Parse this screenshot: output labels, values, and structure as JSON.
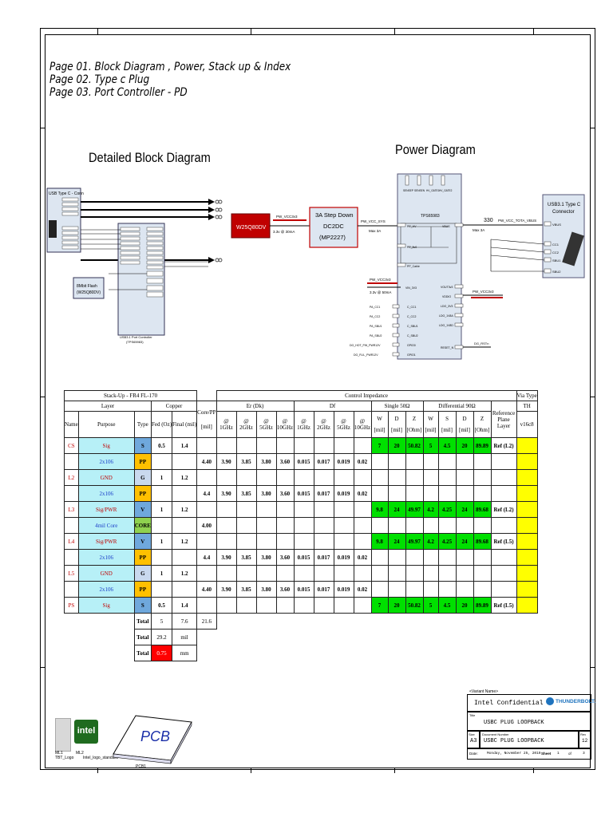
{
  "index": {
    "lines": [
      "Page 01. Block Diagram , Power, Stack up & Index",
      "Page 02. Type c Plug",
      "Page 03. Port Controller - PD"
    ]
  },
  "block_diagram": {
    "title": "Detailed Block Diagram",
    "usb_conn_label": "USB Type C - Conn",
    "flash_label": "8Mbit Flash\n(W25Q80DV)",
    "port_ctrl_label": "USB3.1 Port Controller",
    "port_ctrl_part": "(TPS65983)"
  },
  "power_diagram": {
    "title": "Power Diagram",
    "flash_box": "W25Q80DV",
    "pw_vcc3v3_top": "PW_VCC3v3",
    "top_current": "3.3v @ 30mA",
    "step_down_lines": [
      "3A Step Down",
      "DC2DC",
      "(MP2227)"
    ],
    "pw_vcc_sys": "PW_VCC_SYS",
    "max_3a_left": "Max 3A",
    "chip_name": "TPS65983",
    "chip_pins_top": [
      "SENSEP",
      "SENSEN",
      "HV_GATE1",
      "HV_GATE2"
    ],
    "pp_hv": "PP_HV",
    "pp_5v0": "PP_5v0",
    "pp_cable": "PP_Cable",
    "vbus": "VBUS",
    "res_330": "330",
    "pw_vcc_tota_vbus": "PW_VCC_TOTA_VBUS",
    "max_3a_right": "Max 3A",
    "usb31_conn": "USB3.1 Type C\nConnector",
    "vbus_pin": "VBUS",
    "cc1": "CC1",
    "cc2": "CC2",
    "sbu1": "SBU1",
    "sbu2": "SBU2",
    "pw_vcc3v3_mid": "PW_VCC3v3",
    "mid_current": "3.3v @ 50mA",
    "vin_3v3": "VIN_3V3",
    "vout3v3": "VOUT3v3",
    "vddio": "VDDIO",
    "ldo_3v3": "LDO_3V3",
    "ldo_1v8a": "LDO_1V8A",
    "ldo_1v8d": "LDO_1V8D",
    "pw_vcc3v3_right": "PW_VCC3v3",
    "left_nets": [
      "PA_CC1",
      "PA_CC2",
      "PA_SBU1",
      "PA_SBU2",
      "DG_HOT_PW_PWR12V",
      "DG_FLIL_PWR12V"
    ],
    "left_pins": [
      "C_CC1",
      "C_CC2",
      "C_SBU1",
      "C_SBU2",
      "GPIO0",
      "GPIO1"
    ],
    "reset_pin": "RESET_N",
    "dg_rstn": "DG_RSTn"
  },
  "stackup": {
    "header1": [
      "Stack-Up - FR4 FL-170",
      "Control Impedance",
      "Via Type"
    ],
    "header2": [
      "Layer",
      "Copper",
      "Core/PP",
      "Er (Dk)",
      "Df",
      "Single 50Ω",
      "Differential 90Ω",
      "TH"
    ],
    "col_heads": [
      "Name",
      "Purpose",
      "Type",
      "Fed (Oz)",
      "Final (mil)",
      "[mil]",
      "@ 1GHz",
      "@ 2GHz",
      "@ 5GHz",
      "@ 10GHz",
      "@ 1GHz",
      "@ 2GHz",
      "@ 5GHz",
      "@ 10GHz",
      "W",
      "D",
      "Z",
      "W",
      "S",
      "D",
      "Z",
      "Reference Plane Layer",
      "v16c8"
    ],
    "unit_heads": [
      "[mil]",
      "[mil]",
      "[Ohm]",
      "[mil]",
      "[mil]",
      "[mil]",
      "[Ohm]"
    ],
    "rows": [
      {
        "name": "CS",
        "purpose": "Sig",
        "type": "S",
        "fed": "0.5",
        "final": "1.4",
        "core": "",
        "er": [
          "",
          "",
          "",
          ""
        ],
        "df": [
          "",
          "",
          "",
          ""
        ],
        "single": [
          "7",
          "20",
          "50.82"
        ],
        "diff": [
          "5",
          "4.5",
          "20",
          "89.89"
        ],
        "ref": "Ref (L2)"
      },
      {
        "name": "",
        "purpose": "2x106",
        "type": "PP",
        "fed": "",
        "final": "",
        "core": "4.40",
        "er": [
          "3.90",
          "3.85",
          "3.80",
          "3.60"
        ],
        "df": [
          "0.015",
          "0.017",
          "0.019",
          "0.02"
        ],
        "single": [
          "",
          "",
          ""
        ],
        "diff": [
          "",
          "",
          "",
          ""
        ],
        "ref": ""
      },
      {
        "name": "L2",
        "purpose": "GND",
        "type": "G",
        "fed": "1",
        "final": "1.2",
        "core": "",
        "er": [
          "",
          "",
          "",
          ""
        ],
        "df": [
          "",
          "",
          "",
          ""
        ],
        "single": [
          "",
          "",
          ""
        ],
        "diff": [
          "",
          "",
          "",
          ""
        ],
        "ref": ""
      },
      {
        "name": "",
        "purpose": "2x106",
        "type": "PP",
        "fed": "",
        "final": "",
        "core": "4.4",
        "er": [
          "3.90",
          "3.85",
          "3.80",
          "3.60"
        ],
        "df": [
          "0.015",
          "0.017",
          "0.019",
          "0.02"
        ],
        "single": [
          "",
          "",
          ""
        ],
        "diff": [
          "",
          "",
          "",
          ""
        ],
        "ref": ""
      },
      {
        "name": "L3",
        "purpose": "Sig/PWR",
        "type": "V",
        "fed": "1",
        "final": "1.2",
        "core": "",
        "er": [
          "",
          "",
          "",
          ""
        ],
        "df": [
          "",
          "",
          "",
          ""
        ],
        "single": [
          "9.8",
          "24",
          "49.97"
        ],
        "diff": [
          "4.2",
          "4.25",
          "24",
          "89.68"
        ],
        "ref": "Ref (L2)"
      },
      {
        "name": "",
        "purpose": "4mil Core",
        "type": "CORE",
        "fed": "",
        "final": "",
        "core": "4.00",
        "er": [
          "",
          "",
          "",
          ""
        ],
        "df": [
          "",
          "",
          "",
          ""
        ],
        "single": [
          "",
          "",
          ""
        ],
        "diff": [
          "",
          "",
          "",
          ""
        ],
        "ref": ""
      },
      {
        "name": "L4",
        "purpose": "Sig/PWR",
        "type": "V",
        "fed": "1",
        "final": "1.2",
        "core": "",
        "er": [
          "",
          "",
          "",
          ""
        ],
        "df": [
          "",
          "",
          "",
          ""
        ],
        "single": [
          "9.8",
          "24",
          "49.97"
        ],
        "diff": [
          "4.2",
          "4.25",
          "24",
          "89.68"
        ],
        "ref": "Ref (L5)"
      },
      {
        "name": "",
        "purpose": "2x106",
        "type": "PP",
        "fed": "",
        "final": "",
        "core": "4.4",
        "er": [
          "3.90",
          "3.85",
          "3.80",
          "3.60"
        ],
        "df": [
          "0.015",
          "0.017",
          "0.019",
          "0.02"
        ],
        "single": [
          "",
          "",
          ""
        ],
        "diff": [
          "",
          "",
          "",
          ""
        ],
        "ref": ""
      },
      {
        "name": "L5",
        "purpose": "GND",
        "type": "G",
        "fed": "1",
        "final": "1.2",
        "core": "",
        "er": [
          "",
          "",
          "",
          ""
        ],
        "df": [
          "",
          "",
          "",
          ""
        ],
        "single": [
          "",
          "",
          ""
        ],
        "diff": [
          "",
          "",
          "",
          ""
        ],
        "ref": ""
      },
      {
        "name": "",
        "purpose": "2x106",
        "type": "PP",
        "fed": "",
        "final": "",
        "core": "4.40",
        "er": [
          "3.90",
          "3.85",
          "3.80",
          "3.60"
        ],
        "df": [
          "0.015",
          "0.017",
          "0.019",
          "0.02"
        ],
        "single": [
          "",
          "",
          ""
        ],
        "diff": [
          "",
          "",
          "",
          ""
        ],
        "ref": ""
      },
      {
        "name": "PS",
        "purpose": "Sig",
        "type": "S",
        "fed": "0.5",
        "final": "1.4",
        "core": "",
        "er": [
          "",
          "",
          "",
          ""
        ],
        "df": [
          "",
          "",
          "",
          ""
        ],
        "single": [
          "7",
          "20",
          "50.82"
        ],
        "diff": [
          "5",
          "4.5",
          "20",
          "89.89"
        ],
        "ref": "Ref (L5)"
      }
    ],
    "totals": [
      {
        "label": "Total",
        "a": "5",
        "b": "7.6",
        "c": "21.6"
      },
      {
        "label": "Total",
        "a": "29.2",
        "b": "mil",
        "c": ""
      },
      {
        "label": "Total",
        "a": "0.75",
        "b": "mm",
        "c": ""
      }
    ]
  },
  "title_block": {
    "variant_name": "<Variant Name>",
    "confidential": "Intel  Confidential",
    "brand": "THUNDERBOLT.",
    "title_label": "Title",
    "title": "USBC PLUG LOOPBACK",
    "size_label": "Size",
    "size": "A3",
    "doc_label": "Document  Number",
    "doc": "USBC PLUG LOOPBACK",
    "rev_label": "Rev",
    "rev": "12",
    "date_label": "Date:",
    "date": "Monday, November 25, 2019",
    "sheet_label": "Sheet",
    "sheet": "1",
    "of_label": "of",
    "of": "3"
  },
  "logos": {
    "tbt_label": "TBT_Logo",
    "tbt_ref": "ML1",
    "intel_label": "Intel_logo_standard",
    "intel_ref": "ML2",
    "intel_text": "intel",
    "pcb_text": "PCB",
    "pcb_ref": "PCB1"
  }
}
